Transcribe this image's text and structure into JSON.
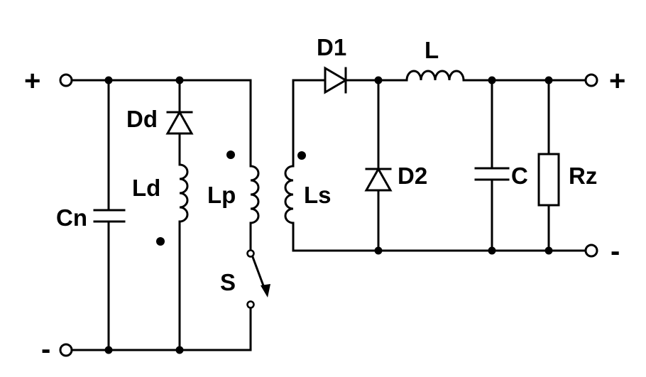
{
  "diagram": {
    "input_terminals": {
      "positive": "+",
      "negative": "-"
    },
    "output_terminals": {
      "positive": "+",
      "negative": "-"
    },
    "labels": {
      "cn": "Cn",
      "dd": "Dd",
      "ld": "Ld",
      "lp": "Lp",
      "ls": "Ls",
      "s": "S",
      "d1": "D1",
      "d2": "D2",
      "l": "L",
      "c": "C",
      "rz": "Rz"
    }
  }
}
